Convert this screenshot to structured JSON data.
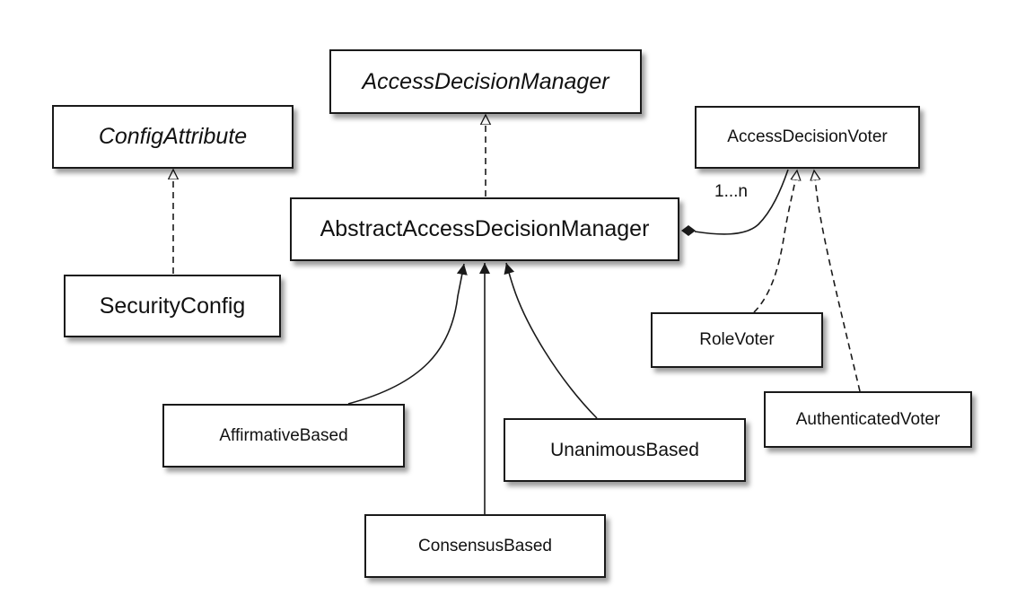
{
  "classes": {
    "access_decision_manager": "AccessDecisionManager",
    "config_attribute": "ConfigAttribute",
    "access_decision_voter": "AccessDecisionVoter",
    "abstract_access_decision_manager": "AbstractAccessDecisionManager",
    "security_config": "SecurityConfig",
    "role_voter": "RoleVoter",
    "authenticated_voter": "AuthenticatedVoter",
    "affirmative_based": "AffirmativeBased",
    "unanimous_based": "UnanimousBased",
    "consensus_based": "ConsensusBased"
  },
  "multiplicity": "1...n",
  "colors": {
    "line": "#1a1a1a",
    "box_fill": "#ffffff",
    "text": "#111111"
  }
}
